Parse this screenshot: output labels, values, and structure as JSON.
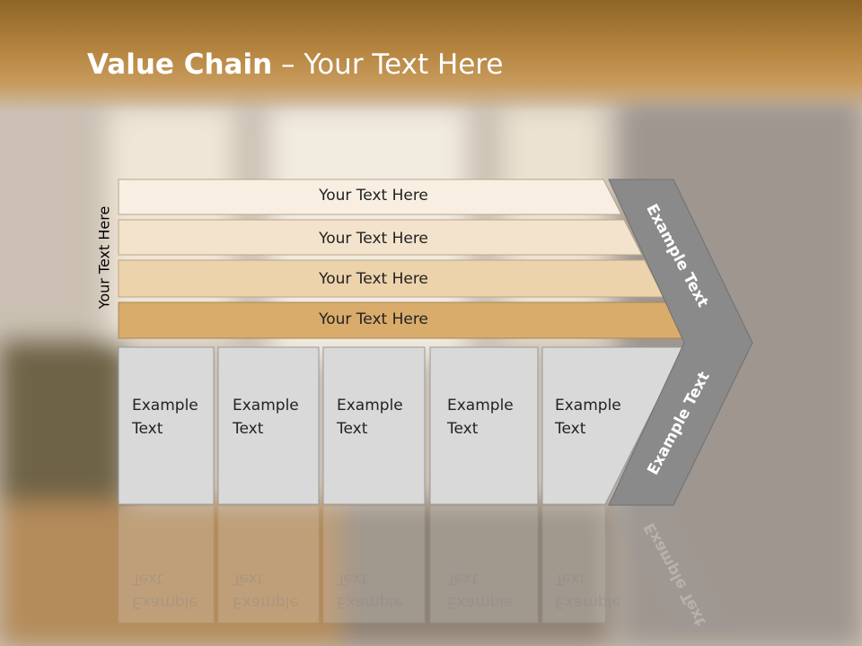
{
  "title": {
    "bold": "Value Chain",
    "rest": " – Your Text Here"
  },
  "side_label": "Your Text Here",
  "bars": [
    {
      "label": "Your Text Here"
    },
    {
      "label": "Your Text Here"
    },
    {
      "label": "Your Text Here"
    },
    {
      "label": "Your Text Here"
    }
  ],
  "boxes": [
    {
      "line1": "Example",
      "line2": "Text"
    },
    {
      "line1": "Example",
      "line2": "Text"
    },
    {
      "line1": "Example",
      "line2": "Text"
    },
    {
      "line1": "Example",
      "line2": "Text"
    },
    {
      "line1": "Example",
      "line2": "Text"
    }
  ],
  "chevron": {
    "upper": "Example Text",
    "lower": "Example Text"
  },
  "colors": {
    "header": "#b58540",
    "bar1": "#f8efe2",
    "bar2": "#f3e3cc",
    "bar3": "#ecd3ac",
    "bar4": "#d9ac6b",
    "box": "#d9d9d9",
    "chevron": "#8a8a8a"
  }
}
